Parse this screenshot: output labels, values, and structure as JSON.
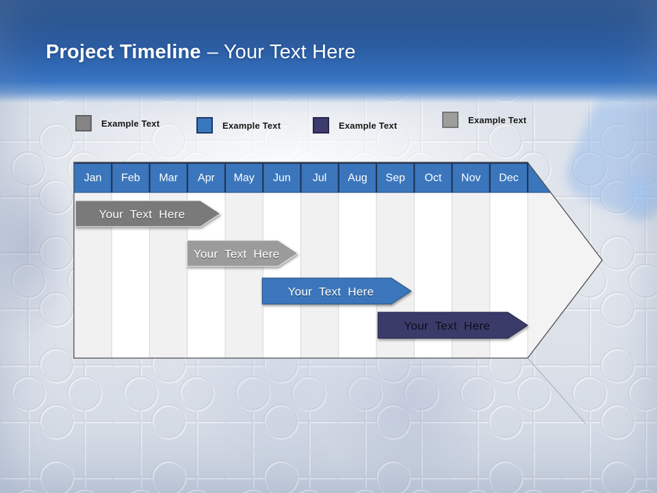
{
  "title": {
    "main": "Project Timeline",
    "suffix": "– Your Text Here"
  },
  "legend": {
    "items": [
      {
        "label": "Example Text",
        "color": "#848484",
        "border": "#5f5f5f"
      },
      {
        "label": "Example Text",
        "color": "#3a78be",
        "border": "#1f3860"
      },
      {
        "label": "Example Text",
        "color": "#3c3c6e",
        "border": "#26264a"
      },
      {
        "label": "Example Text",
        "color": "#9d9d99",
        "border": "#75757a"
      }
    ]
  },
  "timeline": {
    "months": [
      "Jan",
      "Feb",
      "Mar",
      "Apr",
      "May",
      "Jun",
      "Jul",
      "Aug",
      "Sep",
      "Oct",
      "Nov",
      "Dec"
    ],
    "header_fill": "#3b76bc",
    "header_separator": "#1e3457",
    "month_text_color": "#ffffff",
    "column_colors": [
      "#f1f1f1",
      "#ffffff"
    ],
    "gridline_color": "#d8d8d8",
    "bars": [
      {
        "label": "Your Text Here",
        "fill": "#7a7a7a",
        "border": "#f0f0f0",
        "text_color": "#ffffff",
        "start_u": 0.04,
        "end_u": 3.87
      },
      {
        "label": "Your Text Here",
        "fill": "#9b9b9b",
        "border": "#f0f0f0",
        "text_color": "#ffffff",
        "start_u": 2.99,
        "end_u": 5.92
      },
      {
        "label": "Your Text Here",
        "fill": "#3b76bc",
        "border": "#28517f",
        "text_color": "#ffffff",
        "start_u": 4.98,
        "end_u": 8.92
      },
      {
        "label": "Your Text Here",
        "fill": "#3b3b6b",
        "border": "#23234a",
        "text_color": "#0d0d1d",
        "start_u": 8.04,
        "end_u": 12.0
      }
    ]
  }
}
